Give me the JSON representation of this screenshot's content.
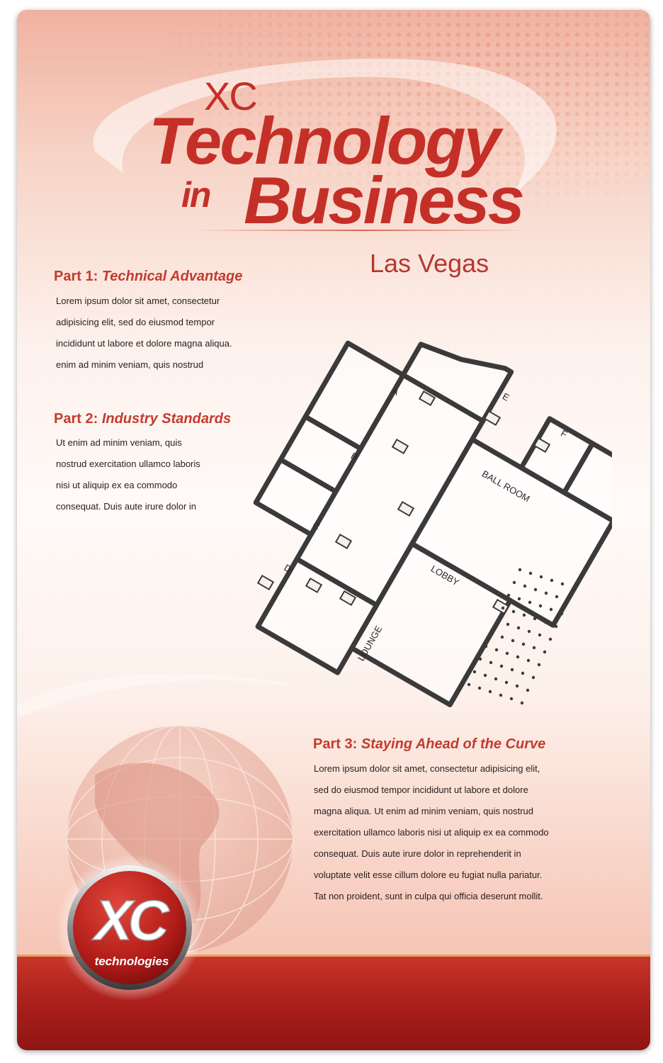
{
  "title": {
    "line1": "XC",
    "line2": "Technology",
    "line3a": "in",
    "line3b": "Business",
    "subtitle": "Las Vegas"
  },
  "sections": [
    {
      "prefix": "Part 1:",
      "title": "Technical Advantage",
      "lines": [
        "Lorem ipsum dolor sit amet, consectetur",
        "adipisicing elit, sed do eiusmod tempor",
        "incididunt ut labore et dolore magna aliqua.",
        "enim ad minim veniam, quis nostrud"
      ]
    },
    {
      "prefix": "Part 2:",
      "title": "Industry Standards",
      "lines": [
        "Ut enim ad minim veniam, quis",
        "nostrud exercitation ullamco laboris",
        "nisi ut aliquip ex ea commodo",
        "consequat. Duis aute irure dolor in"
      ]
    },
    {
      "prefix": "Part 3:",
      "title": "Staying Ahead of the Curve",
      "lines": [
        "Lorem ipsum dolor sit amet, consectetur adipisicing elit,",
        "sed do eiusmod tempor incididunt ut labore et dolore",
        "magna aliqua. Ut enim ad minim veniam, quis nostrud",
        "exercitation ullamco laboris nisi ut aliquip ex ea commodo",
        "consequat. Duis aute irure dolor in reprehenderit in",
        "voluptate velit esse cillum dolore eu fugiat nulla pariatur.",
        "Tat non proident, sunt in culpa qui officia deserunt mollit."
      ]
    }
  ],
  "floor_plan": {
    "rooms": {
      "a": "A",
      "b": "B",
      "c": "C",
      "d": "D",
      "e": "E",
      "f": "F",
      "ballroom": "BALL ROOM",
      "lobby": "LOBBY",
      "lounge": "LOUNGE"
    }
  },
  "logo": {
    "mark": "XC",
    "word": "technologies"
  },
  "colors": {
    "brand_red": "#c43028",
    "heading_red": "#c23c2e",
    "band_red": "#a81e1a",
    "wall": "#3a3a3a"
  }
}
